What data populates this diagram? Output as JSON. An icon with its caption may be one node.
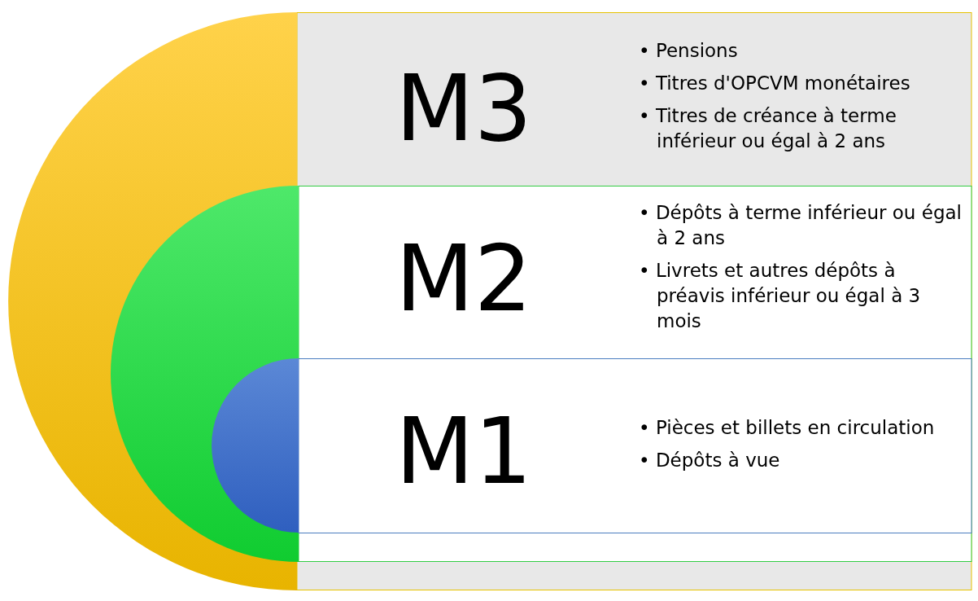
{
  "diagram": {
    "nodes": [
      {
        "text": [
          "M3",
          "• Pensions",
          "• Titres d'OPCVM monétaires",
          "• Titres de créance à terme inférieur ou égal à 2 ans"
        ]
      },
      {
        "text": [
          "M2",
          "• Dépôts à terme inférieur ou égal à 2 ans",
          "• Livrets et autres dépôts à préavis inférieur ou égal à 3 mois"
        ],
        "in": 0
      },
      {
        "text": [
          "M1",
          "• Pièces et billets en circulation",
          "• Dépôts à vue"
        ],
        "in": 1
      }
    ]
  }
}
